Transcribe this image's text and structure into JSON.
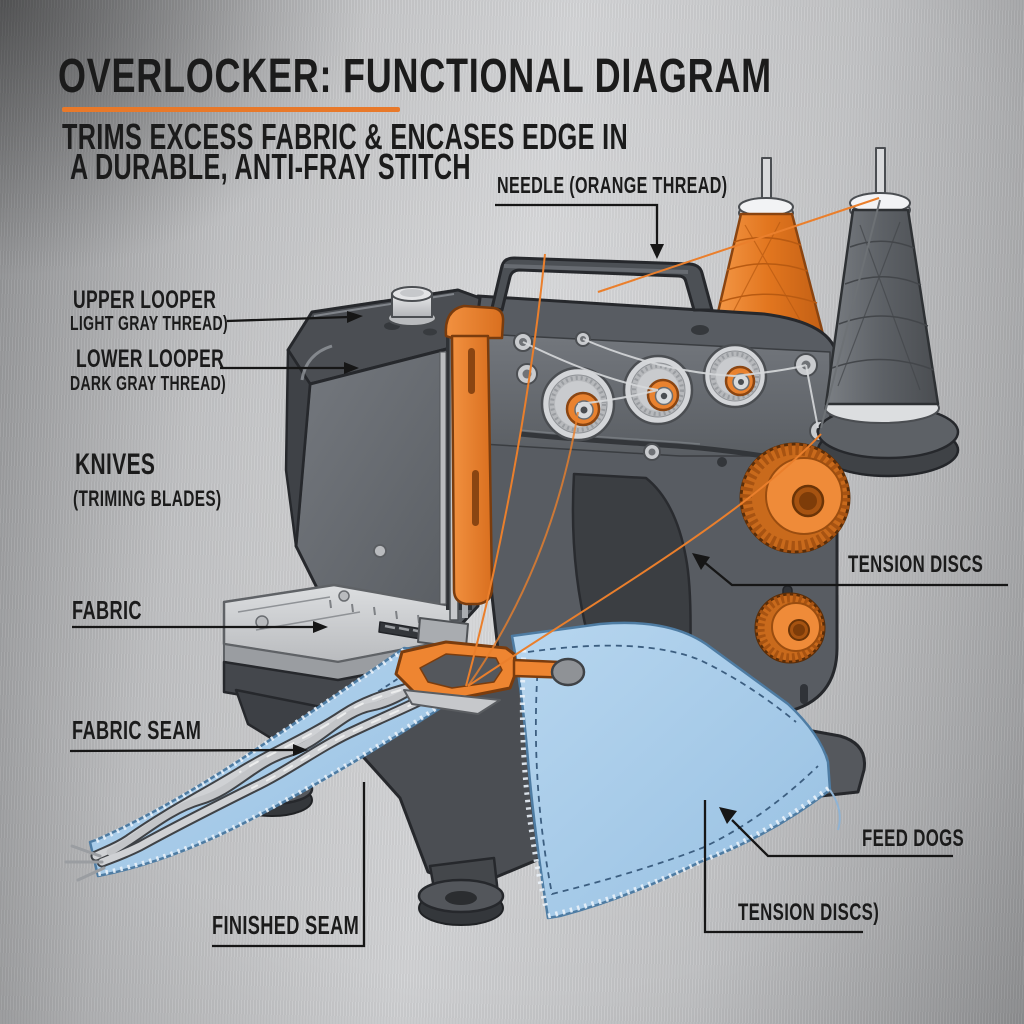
{
  "title": "OVERLOCKER: FUNCTIONAL DIAGRAM",
  "subtitle": {
    "line1": "TRIMS EXCESS FABRIC & ENCASES EDGE IN",
    "line2": "A DURABLE, ANTI-FRAY STITCH"
  },
  "labels": {
    "needle": "NEEDLE (ORANGE THREAD)",
    "upper_looper": "UPPER LOOPER",
    "upper_looper_sub": "LIGHT GRAY THREAD)",
    "lower_looper": "LOWER LOOPER",
    "lower_looper_sub": "DARK GRAY THREAD)",
    "knives": "KNIVES",
    "knives_sub": "(TRIMING BLADES)",
    "fabric": "FABRIC",
    "fabric_seam": "FABRIC SEAM",
    "finished_seam": "FINISHED SEAM",
    "tension_discs": "TENSION DISCS",
    "feed_dogs": "FEED DOGS",
    "tension_discs_alt": "TENSION DISCS)"
  },
  "colors": {
    "accent_orange": "#E8792A",
    "ink": "#1B1B1B",
    "machine_dark": "#4B4E53",
    "machine_panel": "#6B6F75",
    "fabric_blue": "#A6CAE8",
    "thread_gray": "#CFD1D4",
    "thread_dark_gray": "#5D6166",
    "background_metal": "#C3C4C6"
  }
}
